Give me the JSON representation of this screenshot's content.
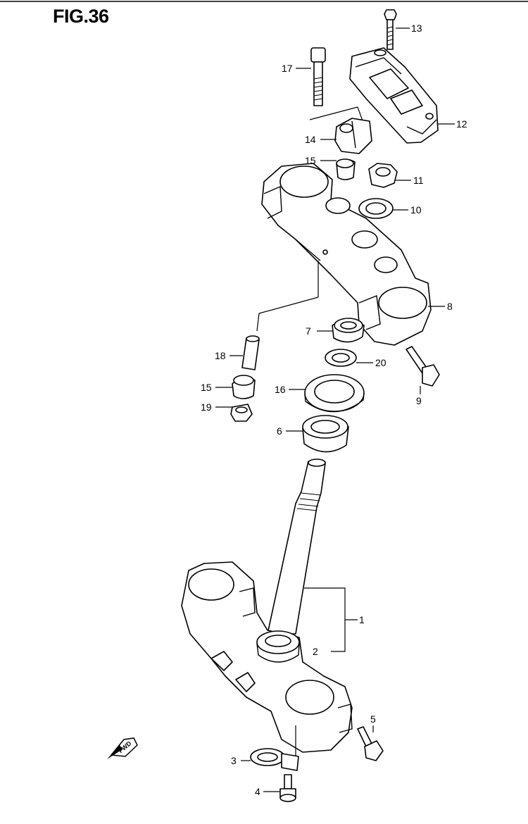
{
  "figure": {
    "title": "FIG.36"
  },
  "callouts": [
    {
      "id": "1",
      "label": "1"
    },
    {
      "id": "2",
      "label": "2"
    },
    {
      "id": "3",
      "label": "3"
    },
    {
      "id": "4",
      "label": "4"
    },
    {
      "id": "5",
      "label": "5"
    },
    {
      "id": "6",
      "label": "6"
    },
    {
      "id": "7",
      "label": "7"
    },
    {
      "id": "8",
      "label": "8"
    },
    {
      "id": "9",
      "label": "9"
    },
    {
      "id": "10",
      "label": "10"
    },
    {
      "id": "11",
      "label": "11"
    },
    {
      "id": "12",
      "label": "12"
    },
    {
      "id": "13",
      "label": "13"
    },
    {
      "id": "14",
      "label": "14"
    },
    {
      "id": "15a",
      "label": "15"
    },
    {
      "id": "15b",
      "label": "15"
    },
    {
      "id": "16",
      "label": "16"
    },
    {
      "id": "17",
      "label": "17"
    },
    {
      "id": "18",
      "label": "18"
    },
    {
      "id": "19",
      "label": "19"
    },
    {
      "id": "20",
      "label": "20"
    }
  ],
  "fwd_arrow": {
    "label": "FWD"
  }
}
